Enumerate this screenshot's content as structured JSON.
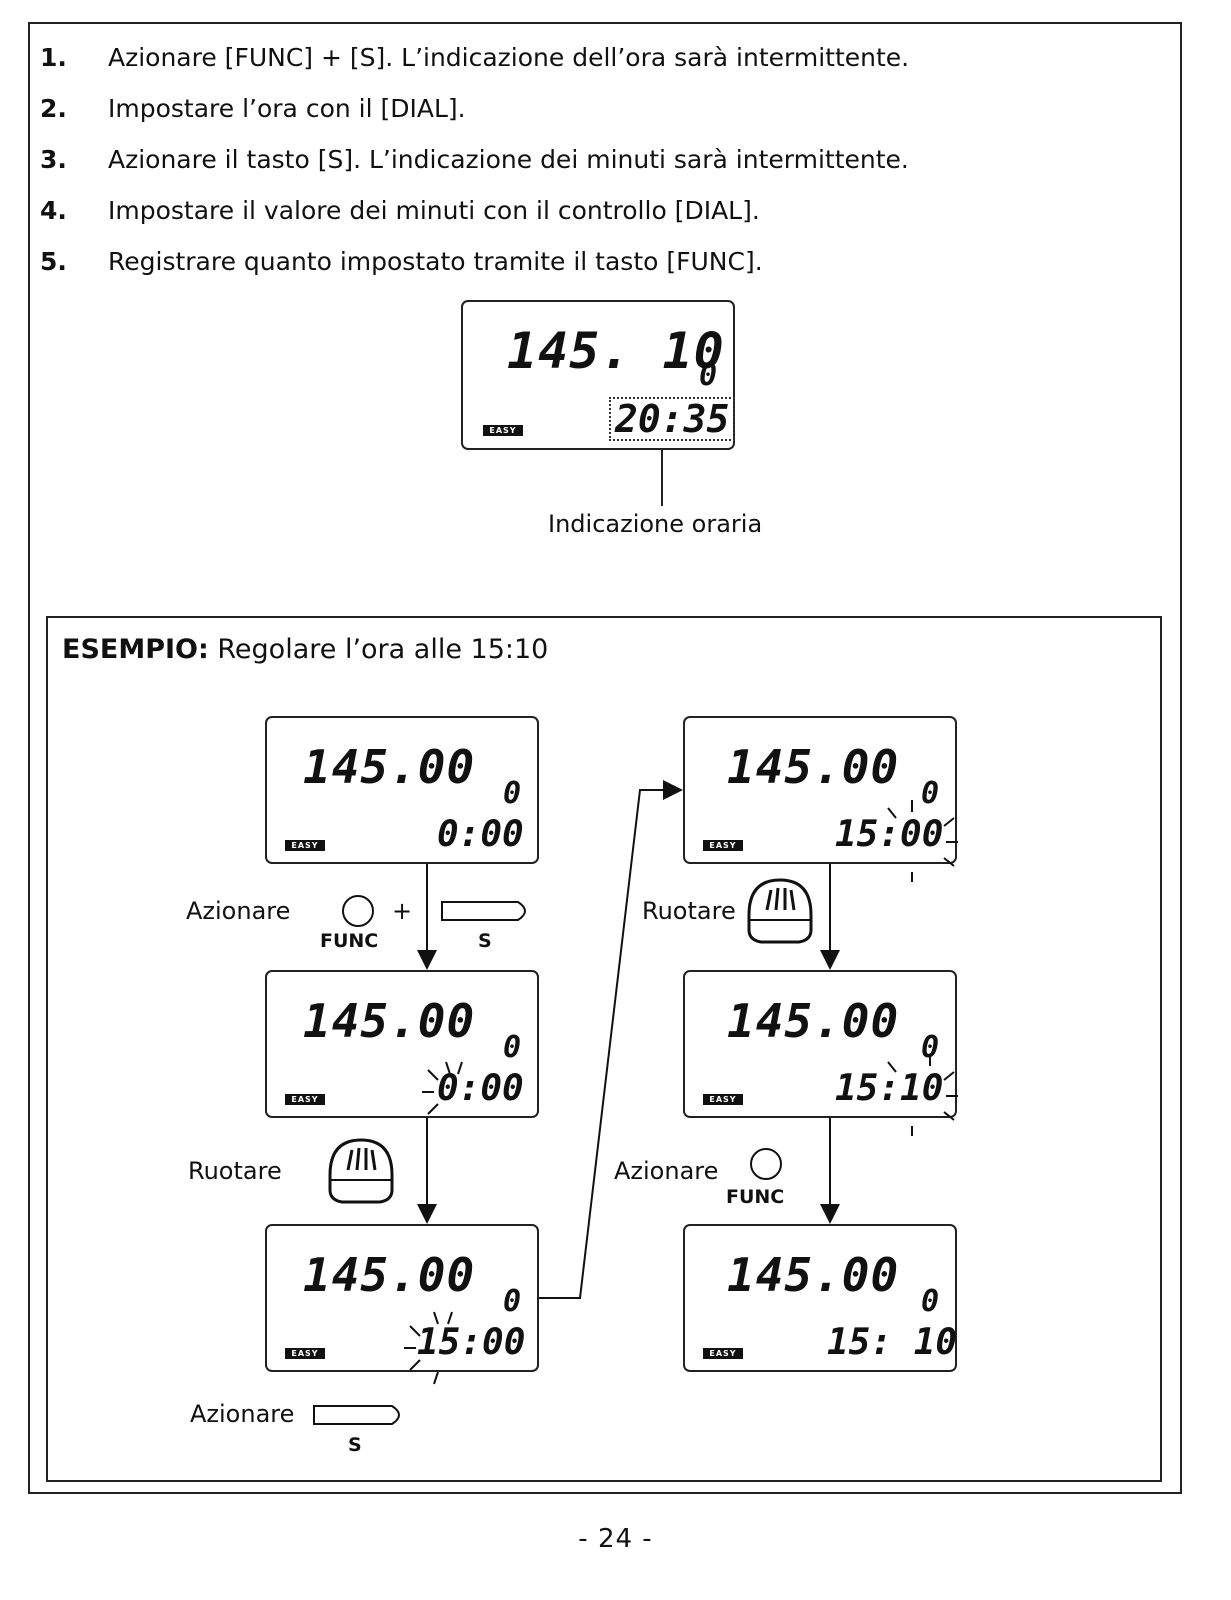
{
  "steps": [
    {
      "num": "1.",
      "text": "Azionare [FUNC] + [S]. L’indicazione dell’ora sarà intermittente."
    },
    {
      "num": "2.",
      "text": "Impostare l’ora con il [DIAL]."
    },
    {
      "num": "3.",
      "text": "Azionare il tasto [S]. L’indicazione dei minuti sarà intermittente."
    },
    {
      "num": "4.",
      "text": "Impostare il valore dei minuti con il controllo [DIAL]."
    },
    {
      "num": "5.",
      "text": "Registrare quanto impostato tramite il tasto [FUNC]."
    }
  ],
  "top_display": {
    "freq": "145. 10",
    "digit": "0",
    "time": "20:35",
    "badge": "EASY"
  },
  "clock_caption": "Indicazione oraria",
  "example": {
    "title_bold": "ESEMPIO:",
    "title_rest": " Regolare l’ora alle 15:10",
    "displays": [
      {
        "freq": "145.00",
        "digit": "0",
        "time": "0:00",
        "badge": "EASY",
        "blink": "none"
      },
      {
        "freq": "145.00",
        "digit": "0",
        "time": "0:00",
        "badge": "EASY",
        "blink": "hours"
      },
      {
        "freq": "145.00",
        "digit": "0",
        "time": "15:00",
        "badge": "EASY",
        "blink": "hours"
      },
      {
        "freq": "145.00",
        "digit": "0",
        "time": "15:00",
        "badge": "EASY",
        "blink": "minutes"
      },
      {
        "freq": "145.00",
        "digit": "0",
        "time": "15:10",
        "badge": "EASY",
        "blink": "minutes"
      },
      {
        "freq": "145.00",
        "digit": "0",
        "time": "15: 10",
        "badge": "EASY",
        "blink": "none"
      }
    ],
    "actions": {
      "press": "Azionare",
      "rotate": "Ruotare",
      "func_key": "FUNC",
      "s_key": "S",
      "plus": "+"
    }
  },
  "page_number": "- 24 -"
}
